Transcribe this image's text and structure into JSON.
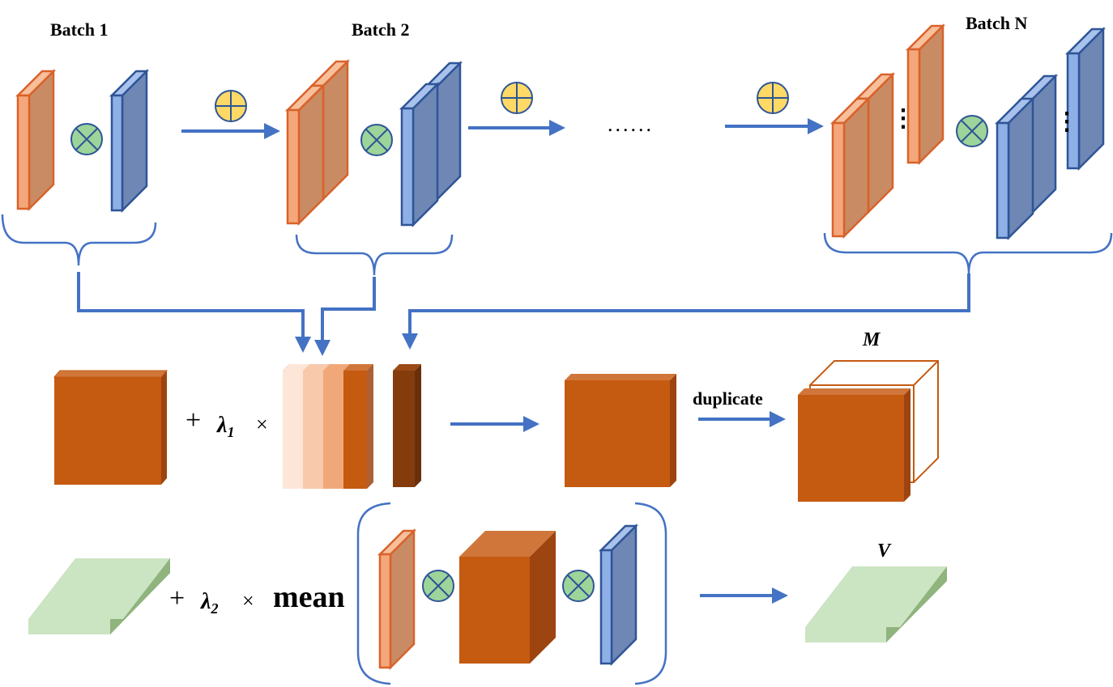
{
  "labels": {
    "batch1": "Batch 1",
    "batch2": "Batch 2",
    "batchN": "Batch N",
    "ellipsis": "......",
    "vertical_dots": "⋮",
    "plus": "+",
    "times": "×",
    "lambda": "λ",
    "lambda1_sub": "1",
    "lambda2_sub": "2",
    "mean": "mean",
    "duplicate": "duplicate",
    "M": "M",
    "V": "V"
  },
  "colors": {
    "orange_front": "#f4a77a",
    "orange_side": "#c98b63",
    "orange_stroke": "#d9622b",
    "blue_front": "#8fb0e6",
    "blue_side": "#6f87b4",
    "blue_stroke": "#2f5597",
    "arrow_blue": "#4472c4",
    "dark_orange": "#c55a11",
    "dark_orange_side": "#9e4410",
    "brown": "#843c0c",
    "green_front": "#cbe4c2",
    "green_side": "#8fb47e",
    "circle_green": "#9dd49a",
    "circle_yellow": "#ffd966"
  },
  "icons": {
    "otimes": "circled-times-icon",
    "oplus": "circled-plus-icon"
  }
}
